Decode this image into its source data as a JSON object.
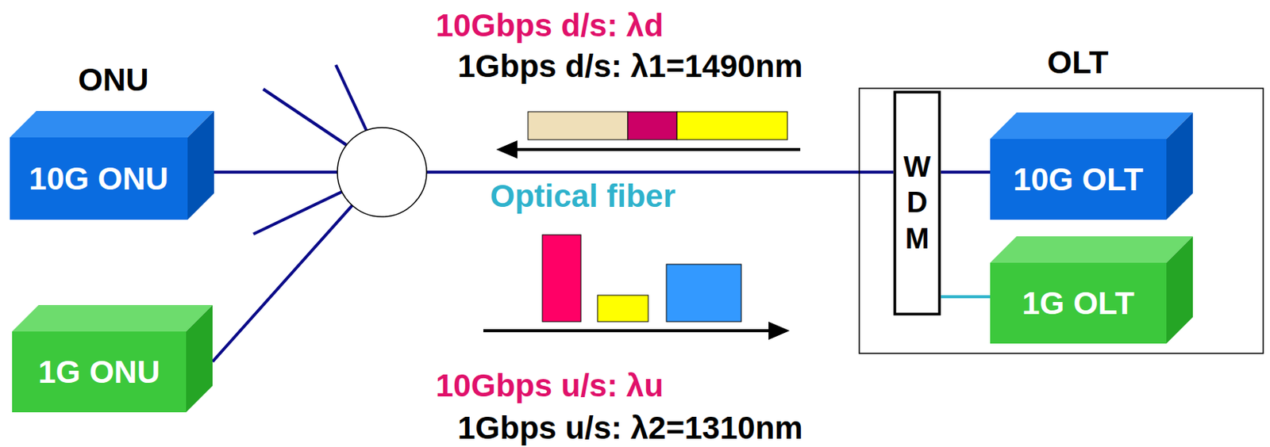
{
  "diagram": {
    "nodes": [
      {
        "text": [
          "10G ONU"
        ]
      },
      {
        "text": [
          "1G ONU"
        ]
      },
      {
        "text": [
          "OLT"
        ]
      },
      {
        "text": [
          "W D M"
        ],
        "in": 2
      },
      {
        "text": [
          "10G OLT"
        ],
        "in": 2
      },
      {
        "text": [
          "1G OLT"
        ],
        "in": 2
      }
    ],
    "edges": [
      {
        "from": 0,
        "to": 3,
        "arrow": "none"
      },
      {
        "from": 1,
        "to": 3,
        "arrow": "none"
      },
      {
        "from": 3,
        "to": 4,
        "arrow": "none"
      },
      {
        "from": 3,
        "to": 5,
        "arrow": "none"
      }
    ],
    "labels": [
      "ONU",
      "10Gbps d/s: λd",
      "1Gbps d/s: λ1=1490nm",
      "Optical fiber",
      "10Gbps u/s: λu",
      "1Gbps u/s: λ2=1310nm"
    ]
  }
}
